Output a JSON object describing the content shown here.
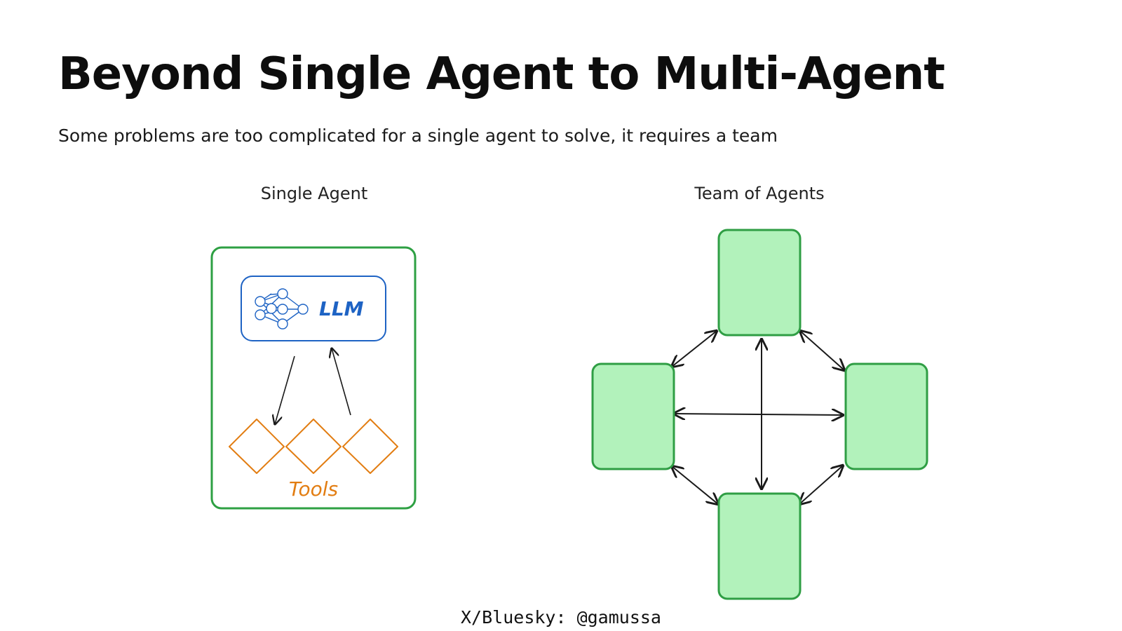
{
  "slide": {
    "title": "Beyond Single Agent to Multi-Agent",
    "subtitle": "Some problems are too complicated for a single agent to solve, it requires a team",
    "footer": "X/Bluesky: @gamussa"
  },
  "single_agent": {
    "label": "Single Agent",
    "llm_label": "LLM",
    "tools_label": "Tools",
    "tool_count": 3,
    "colors": {
      "container": "#2ea043",
      "llm": "#1e63c4",
      "tools": "#e27d12",
      "arrow": "#1a1a1a"
    }
  },
  "team_of_agents": {
    "label": "Team of Agents",
    "agent_count": 4,
    "colors": {
      "agent_fill": "#b2f2bb",
      "agent_stroke": "#2f9e44",
      "arrow": "#1a1a1a"
    }
  }
}
